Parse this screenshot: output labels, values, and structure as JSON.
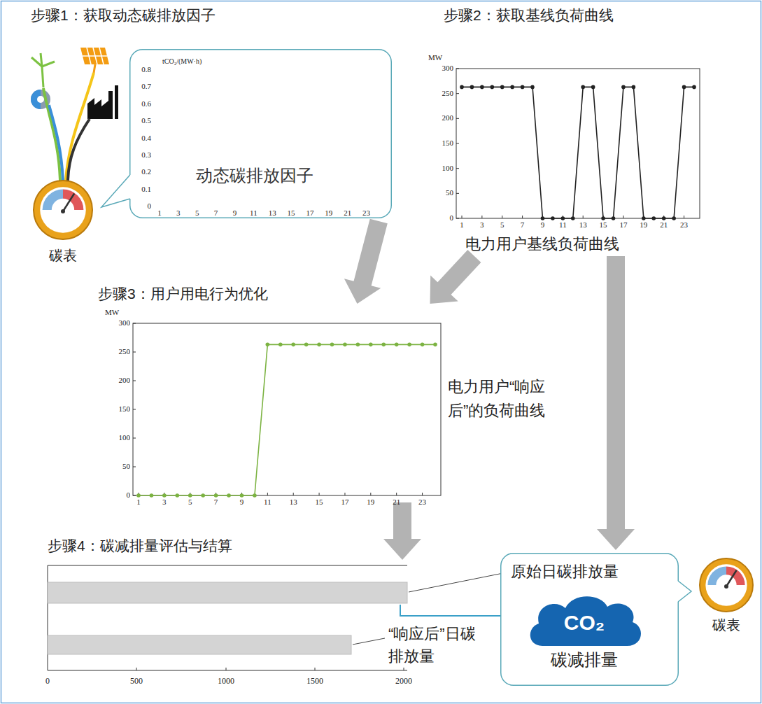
{
  "diagram": {
    "nodes": [
      {
        "text": [
          "碳表"
        ]
      },
      {
        "text": [
          "动态碳排放因子"
        ]
      },
      {
        "text": [
          "电力用户基线负荷曲线"
        ]
      },
      {
        "text": [
          "电力用户“响应后”的负荷曲线"
        ]
      },
      {
        "text": [
          "原始日碳排放量"
        ]
      },
      {
        "text": [
          "CO₂",
          "碳减排量"
        ],
        "in": 4
      },
      {
        "text": [
          "碳表"
        ]
      }
    ],
    "edges": [
      {
        "from": 1,
        "to": 3,
        "arrow": "to"
      },
      {
        "from": 2,
        "to": 3,
        "arrow": "to"
      },
      {
        "from": 2,
        "to": 4,
        "arrow": "to"
      }
    ],
    "labels": [
      "步骤1：获取动态碳排放因子",
      "步骤2：获取基线负荷曲线",
      "tCO₂/(MW·h)",
      "0",
      "0.1",
      "0.2",
      "0.3",
      "0.4",
      "0.5",
      "0.6",
      "0.7",
      "0.8",
      "1",
      "3",
      "5",
      "7",
      "9",
      "11",
      "13",
      "15",
      "17",
      "19",
      "21",
      "23",
      "MW",
      "0",
      "50",
      "100",
      "150",
      "200",
      "250",
      "300",
      "1",
      "3",
      "5",
      "7",
      "9",
      "11",
      "13",
      "15",
      "17",
      "19",
      "21",
      "23",
      "步骤3：用户用电行为优化",
      "MW",
      "0",
      "50",
      "100",
      "150",
      "200",
      "250",
      "300",
      "1",
      "3",
      "5",
      "7",
      "9",
      "11",
      "13",
      "15",
      "17",
      "19",
      "21",
      "23",
      "步骤4：碳减排量评估与结算",
      "0",
      "500",
      "1000",
      "1500",
      "2000",
      "“响应后”日碳排放量"
    ]
  }
}
